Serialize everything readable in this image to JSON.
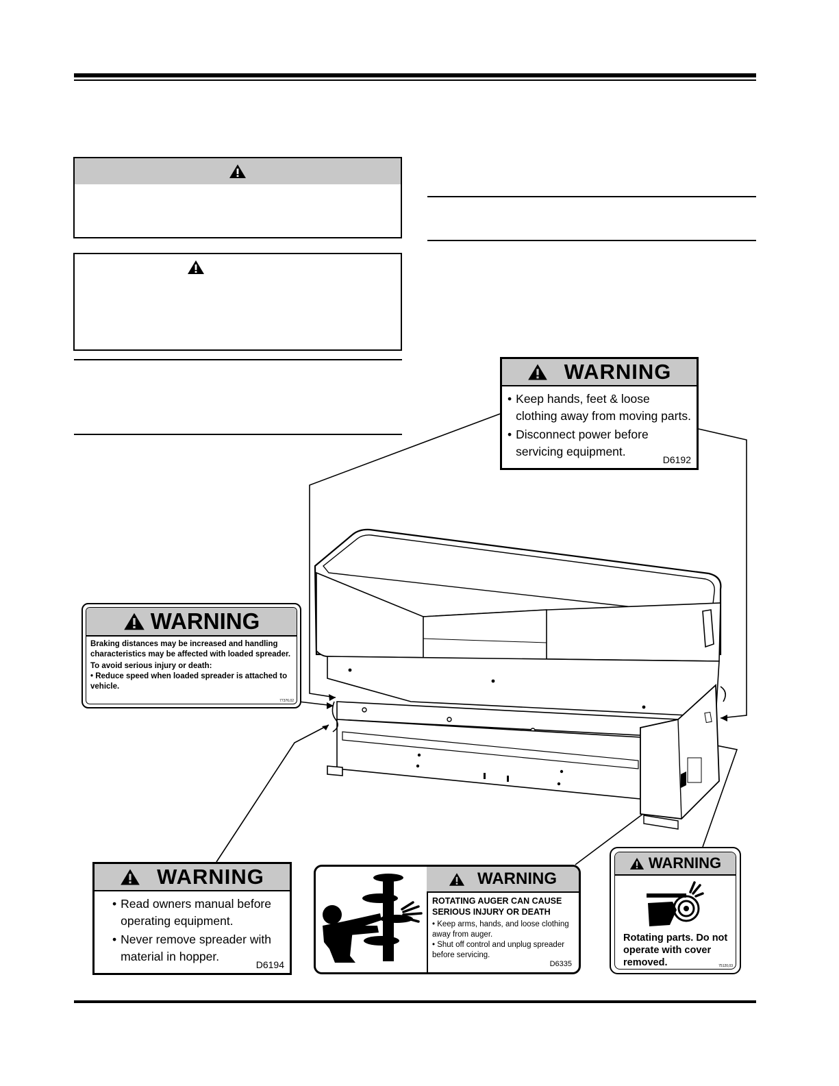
{
  "labels": {
    "d6192": {
      "title": "WARNING",
      "bullets": [
        "Keep hands, feet & loose clothing away from moving parts.",
        "Disconnect power before servicing equipment."
      ],
      "code": "D6192"
    },
    "braking": {
      "title": "WARNING",
      "line1": "Braking distances may be increased and handling characteristics may be affected with loaded spreader.",
      "line2": "To avoid serious injury or death:",
      "bullet": "• Reduce speed when loaded spreader is attached to vehicle.",
      "code": "77376,02"
    },
    "d6194": {
      "title": "WARNING",
      "bullets": [
        "Read owners manual before operating equipment.",
        "Never remove spreader with material in hopper."
      ],
      "code": "D6194"
    },
    "d6335": {
      "title": "WARNING",
      "headline": "ROTATING AUGER CAN CAUSE SERIOUS INJURY OR DEATH",
      "bullets": [
        "• Keep arms, hands, and loose clothing away from auger.",
        "• Shut off control and unplug spreader before servicing."
      ],
      "code": "D6335"
    },
    "rotating": {
      "title": "WARNING",
      "text": "Rotating parts. Do not operate with cover removed.",
      "code": "75120,03"
    }
  },
  "colors": {
    "label_bar": "#c8c8c8",
    "ink": "#000000",
    "paper": "#ffffff"
  },
  "icons": [
    "warning-triangle-icon",
    "auger-hazard-figure-icon",
    "entanglement-hazard-icon",
    "spreader-illustration"
  ]
}
